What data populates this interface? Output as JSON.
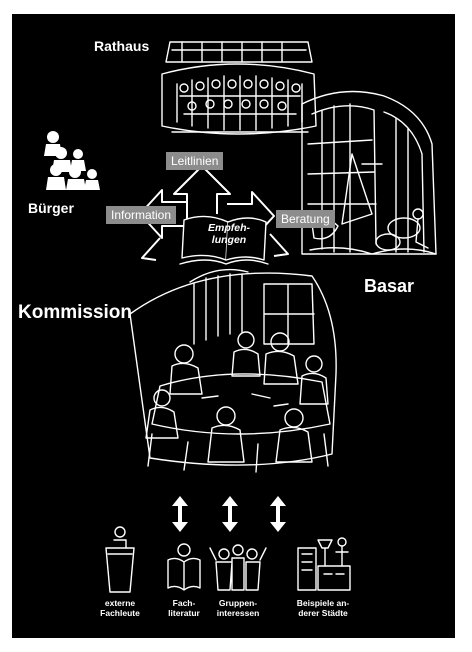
{
  "labels": {
    "rathaus": "Rathaus",
    "buerger": "Bürger",
    "basar": "Basar",
    "kommission": "Kommission"
  },
  "boxes": {
    "leitlinien": "Leitlinien",
    "information": "Information",
    "beratung": "Beratung"
  },
  "book": {
    "line1": "Empfeh-",
    "line2": "lungen"
  },
  "sources": [
    {
      "line1": "externe",
      "line2": "Fachleute",
      "icon": "podium-speaker-icon"
    },
    {
      "line1": "Fach-",
      "line2": "literatur",
      "icon": "reader-icon"
    },
    {
      "line1": "Gruppen-",
      "line2": "interessen",
      "icon": "group-icon"
    },
    {
      "line1": "Beispiele an-",
      "line2": "derer Städte",
      "icon": "city-examples-icon"
    }
  ],
  "colors": {
    "background": "#000000",
    "box": "#8c8c8c",
    "drawing": "#ffffff"
  }
}
